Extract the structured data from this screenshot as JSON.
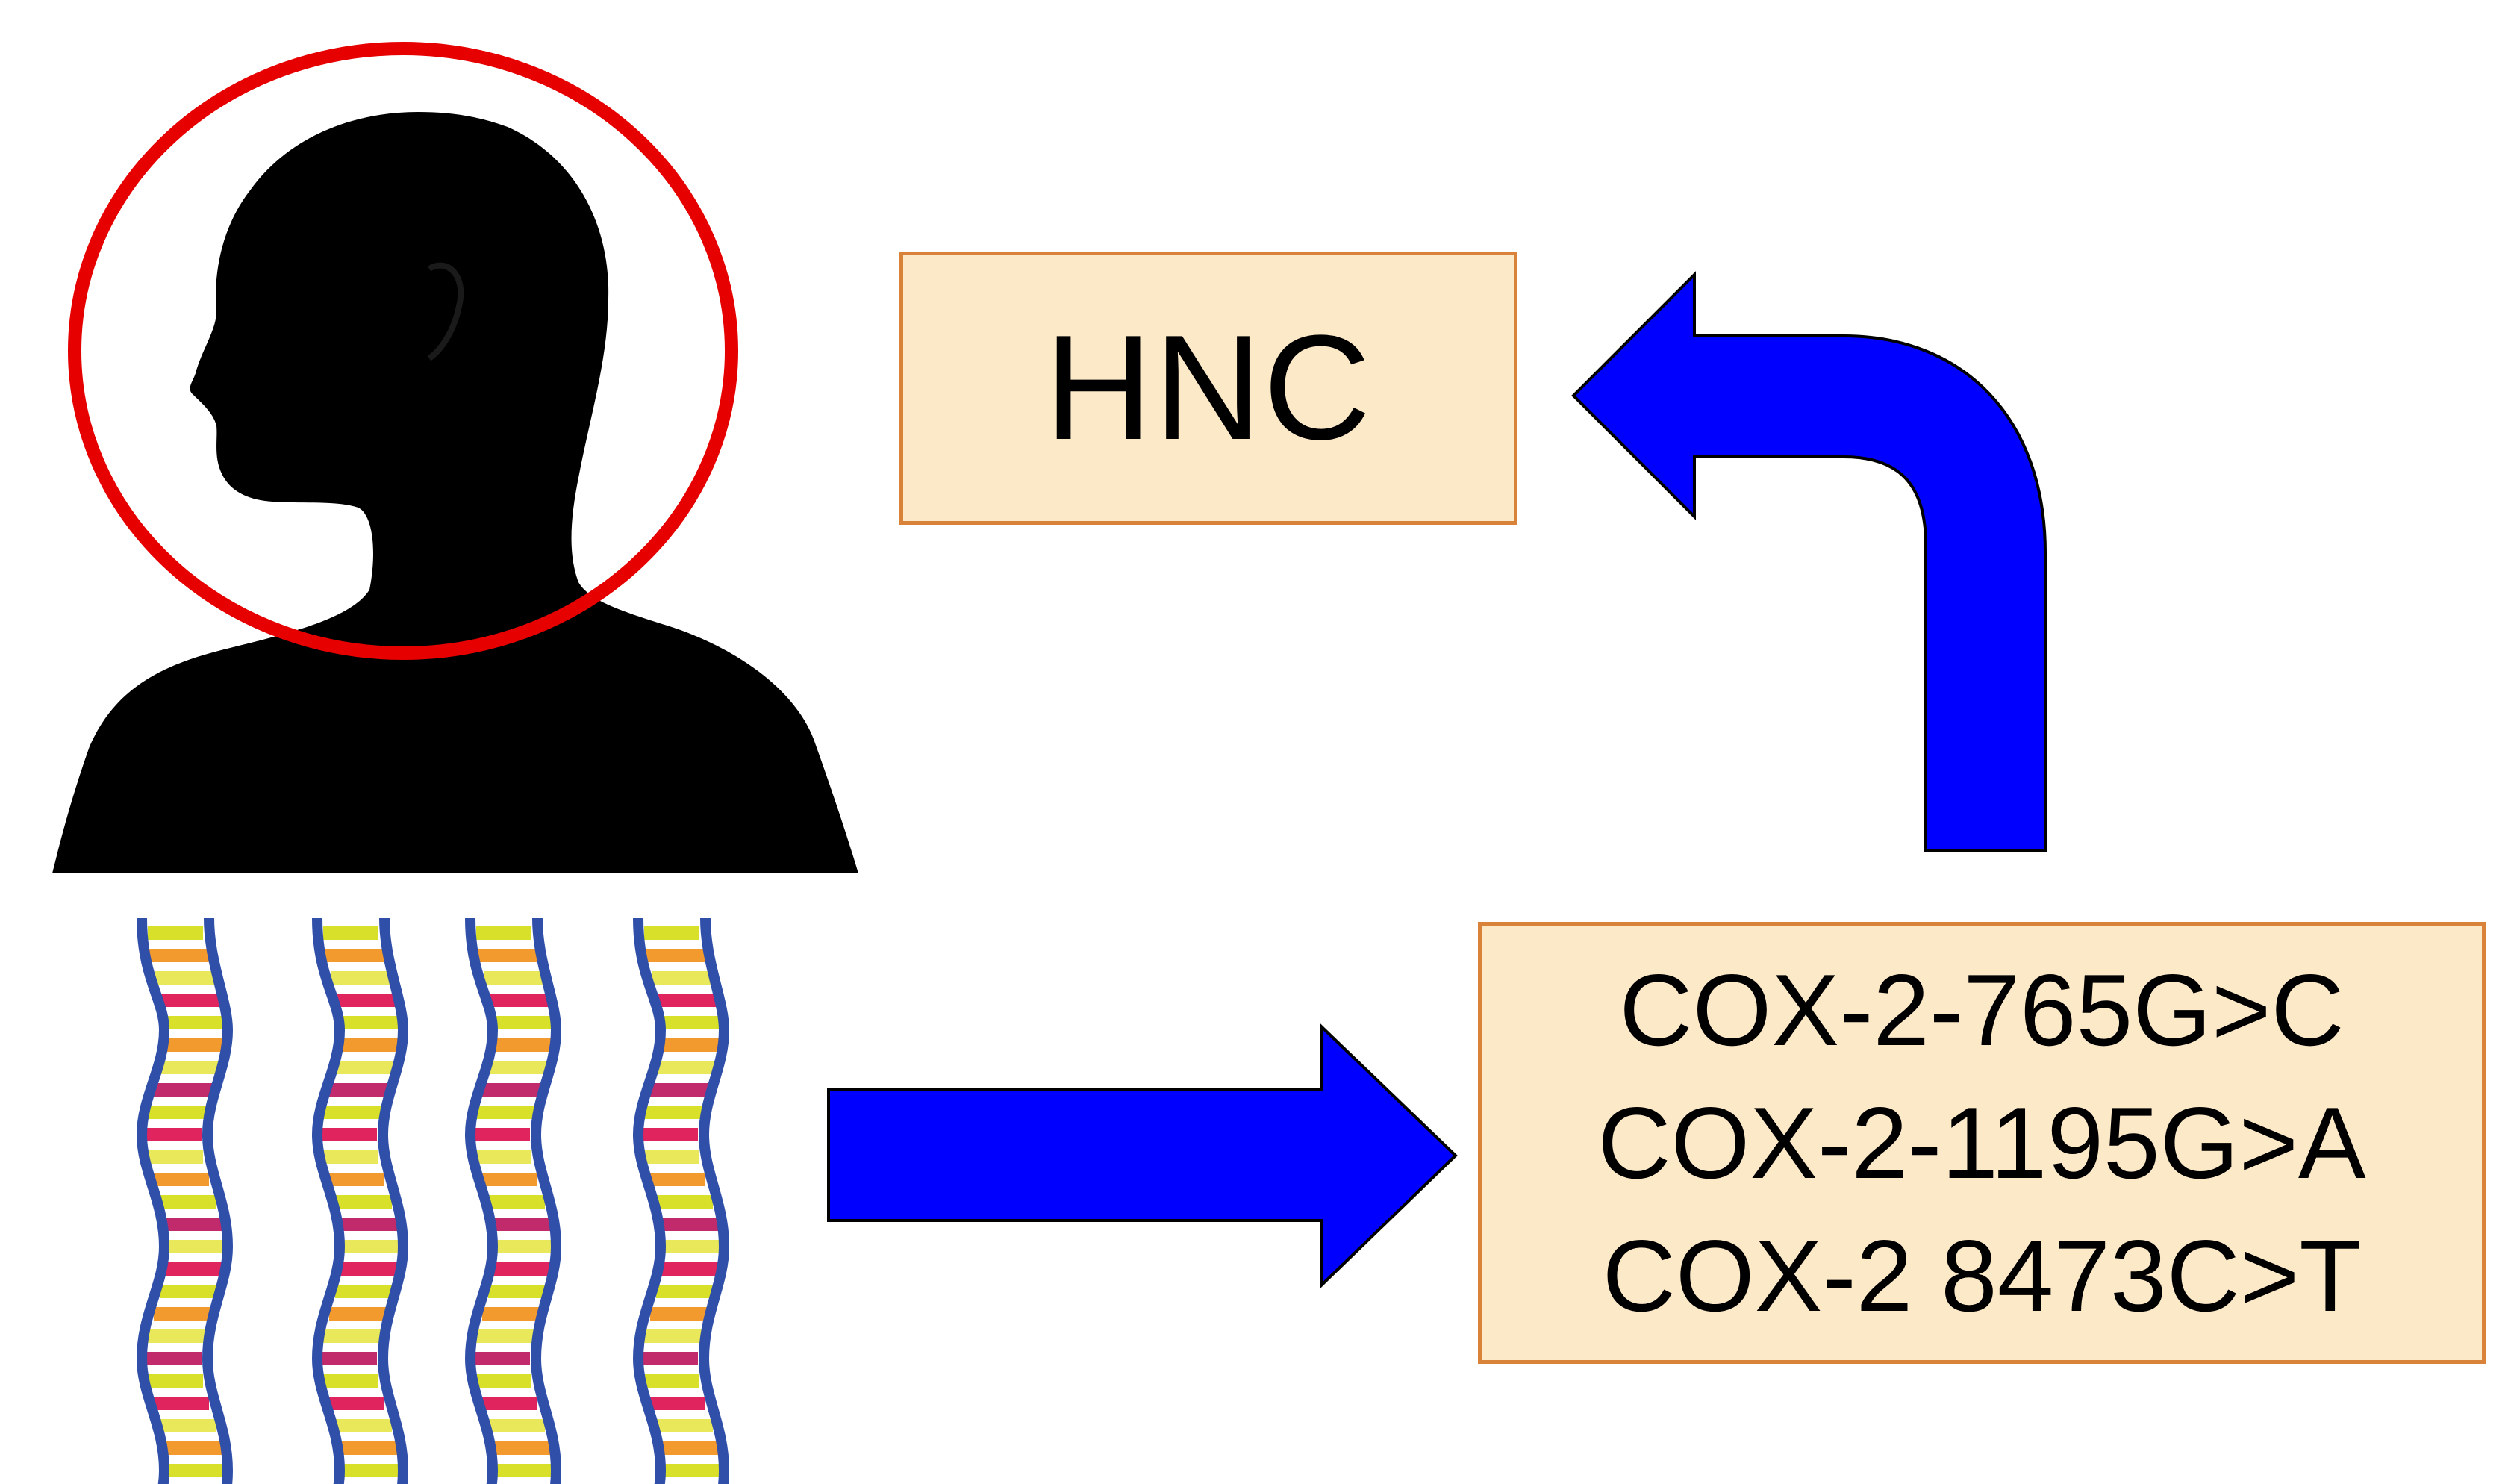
{
  "diagram": {
    "hnc_label": "HNC",
    "snps": [
      "COX-2-765G>C",
      "COX-2-1195G>A",
      "COX-2 8473C>T"
    ],
    "colors": {
      "arrow_fill": "#0000ff",
      "arrow_stroke": "#000000",
      "box_fill": "#fce9c8",
      "box_border": "#d9823a",
      "head_circle": "#e60000",
      "silhouette": "#000000",
      "dna_backbone": "#2f4fa8",
      "dna_base_colors": [
        "#d8e02a",
        "#f29a2e",
        "#e0245e",
        "#e9e85a",
        "#c22b6b"
      ]
    },
    "icons": [
      "person-silhouette-icon",
      "head-highlight-circle",
      "dna-helix-icon",
      "arrow-right-icon",
      "arrow-up-left-icon"
    ]
  }
}
